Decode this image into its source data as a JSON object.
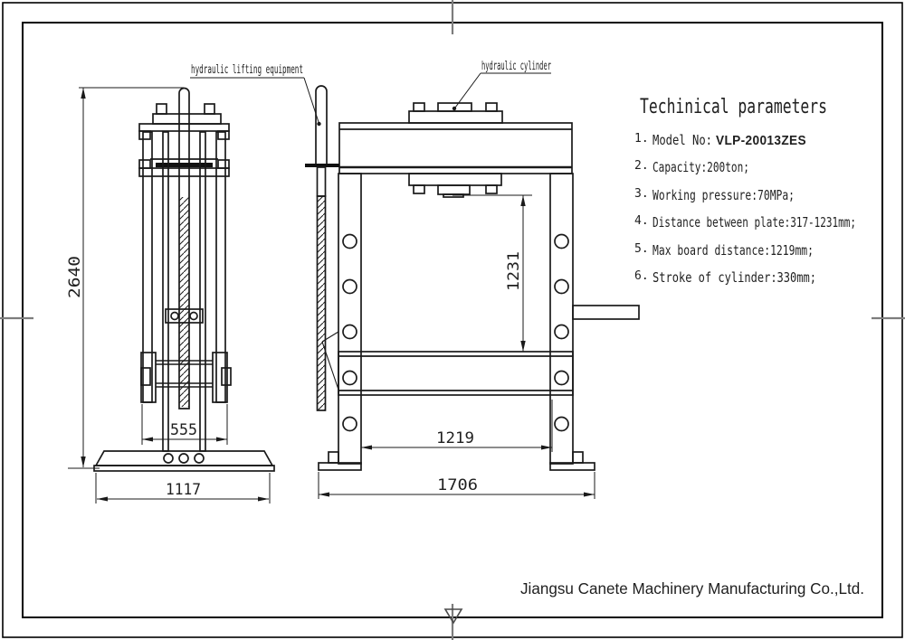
{
  "sheet": {
    "title": "Techinical parameters",
    "company": "Jiangsu Canete Machinery Manufacturing Co.,Ltd."
  },
  "labels": {
    "lifting_equipment": "hydraulic lifting equipment",
    "cylinder": "hydraulic cylinder"
  },
  "parameters": {
    "items": [
      {
        "num": "1.",
        "label": "Model No:",
        "value": "VLP-20013ZES"
      },
      {
        "num": "2.",
        "text": "Capacity:200ton;"
      },
      {
        "num": "3.",
        "text": "Working pressure:70MPa;"
      },
      {
        "num": "4.",
        "text": "Distance between plate:317-1231mm;"
      },
      {
        "num": "5.",
        "text": "Max board distance:1219mm;"
      },
      {
        "num": "6.",
        "text": "Stroke of cylinder:330mm;"
      }
    ]
  },
  "dimensions": {
    "overall_height": "2640",
    "guide_width": "555",
    "base_width": "1117",
    "plate_distance": "1231",
    "board_distance": "1219",
    "base_length": "1706"
  },
  "colors": {
    "line": "#1a1a1a",
    "frame": "#000000",
    "centering_mark": "#7d7d7d"
  }
}
